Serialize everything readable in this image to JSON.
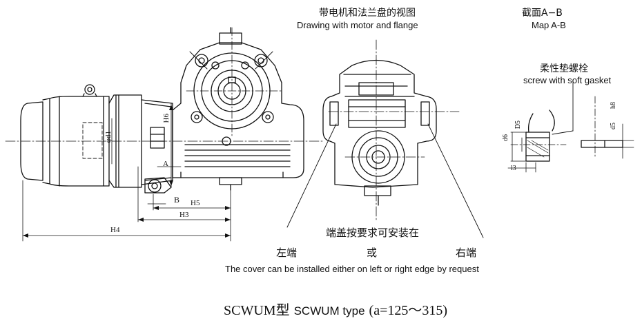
{
  "top_view": {
    "title_cn": "带电机和法兰盘的视图",
    "title_en": "Drawing with motor and flange"
  },
  "section": {
    "title_cn": "截面A−B",
    "title_en": "Map A-B"
  },
  "gasket": {
    "label_cn": "柔性垫螺栓",
    "label_en": "screw with soft gasket"
  },
  "dims": {
    "h6": "H6",
    "phi_d1": "φd1",
    "a": "A",
    "b": "B",
    "h5": "H5",
    "h3": "H3",
    "h4": "H4",
    "d6": "d6",
    "d5_top": "D5",
    "l3": "l3",
    "d5": "d5",
    "h8": "h8"
  },
  "cover": {
    "title_cn": "端盖按要求可安装在",
    "left_cn": "左端",
    "or_cn": "或",
    "right_cn": "右端",
    "note_en": "The cover can be installed either on left or right edge by request"
  },
  "footer": {
    "model_prefix": "SCWUM型",
    "model_en": "SCWUM type",
    "range": "(a=125～315)"
  }
}
